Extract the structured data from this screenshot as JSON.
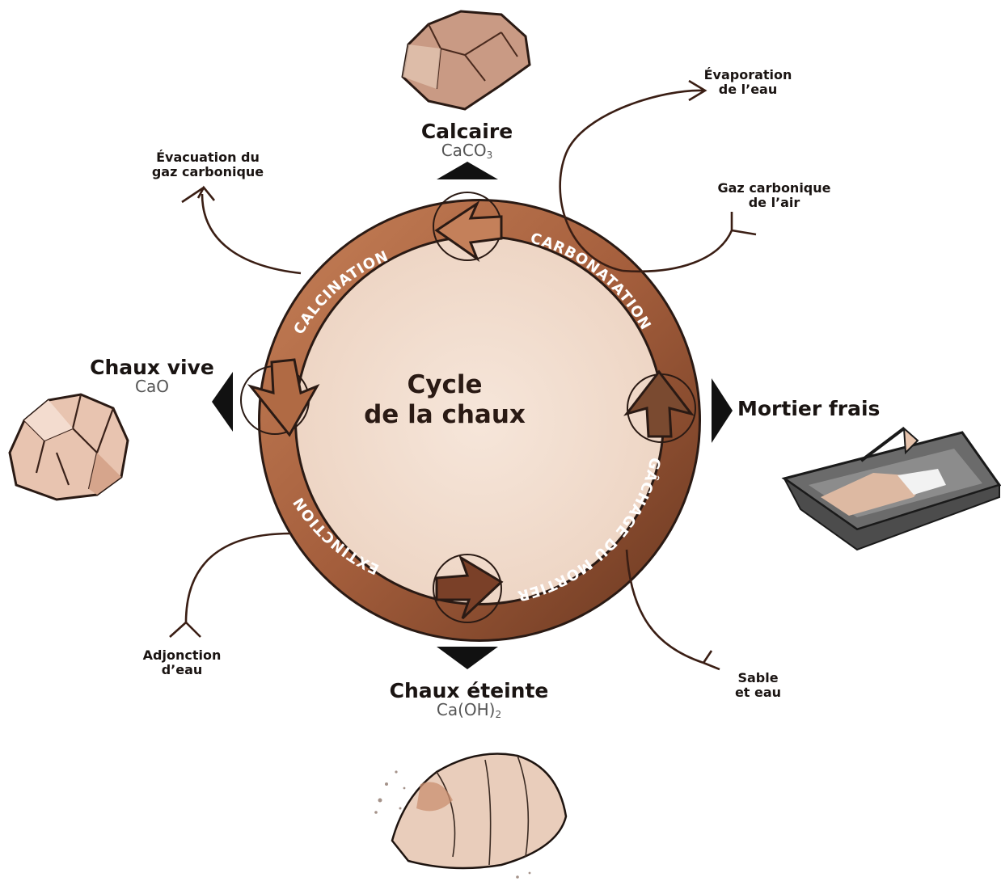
{
  "diagram": {
    "center_title_line1": "Cycle",
    "center_title_line2": "de la chaux",
    "ring_labels": {
      "calcination": "CALCINATION",
      "carbonatation": "CARBONATATION",
      "extinction": "EXTINCTION",
      "gachage": "GÂCHAGE DU MORTIER"
    },
    "nodes": {
      "calcaire": {
        "name": "Calcaire",
        "formula_main": "CaCO",
        "formula_sub": "3"
      },
      "chaux_vive": {
        "name": "Chaux vive",
        "formula": "CaO"
      },
      "mortier_frais": {
        "name": "Mortier frais"
      },
      "chaux_eteinte": {
        "name": "Chaux éteinte",
        "formula_main": "Ca(OH)",
        "formula_sub": "2"
      }
    },
    "flows": {
      "evacuation_line1": "Évacuation du",
      "evacuation_line2": "gaz carbonique",
      "evaporation_line1": "Évaporation",
      "evaporation_line2": "de l’eau",
      "gaz_air_line1": "Gaz carbonique",
      "gaz_air_line2": "de l’air",
      "adjonction_line1": "Adjonction",
      "adjonction_line2": "d’eau",
      "sable_line1": "Sable",
      "sable_line2": "et eau"
    },
    "colors": {
      "ring_dark": "#8a4a2c",
      "ring_mid": "#b8714a",
      "ring_light": "#d9a882",
      "inner_fill": "#f1ddd0",
      "text_dark": "#1a1412",
      "flow_line": "#3a1e14"
    }
  }
}
